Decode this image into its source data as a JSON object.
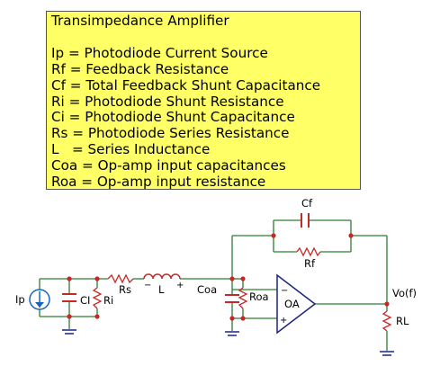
{
  "legend": {
    "title": "Transimpedance Amplifier",
    "lines": [
      "Ip = Photodiode Current Source",
      "Rf = Feedback Resistance",
      "Cf = Total Feedback Shunt Capacitance",
      "Ri = Photodiode Shunt Resistance",
      "Ci = Photodiode Shunt Capacitance",
      "Rs = Photodiode Series Resistance",
      "L   = Series Inductance",
      "Coa = Op-amp input capacitances",
      "Roa = Op-amp input resistance"
    ]
  },
  "circuit": {
    "labels": {
      "ip": "Ip",
      "ci": "CI",
      "ri": "Ri",
      "rs": "Rs",
      "l": "L",
      "l_minus": "−",
      "l_plus": "+",
      "coa": "Coa",
      "roa": "Roa",
      "oa": "OA",
      "oa_minus": "−",
      "oa_plus": "+",
      "cf": "Cf",
      "rf": "Rf",
      "vo": "Vo(f)",
      "rl": "RL"
    },
    "colors": {
      "wire_green": "#2e7d32",
      "wire_blue": "#1a237e",
      "component_red": "#c62828",
      "source_blue": "#1565c0",
      "legend_bg": "#ffff66"
    }
  }
}
